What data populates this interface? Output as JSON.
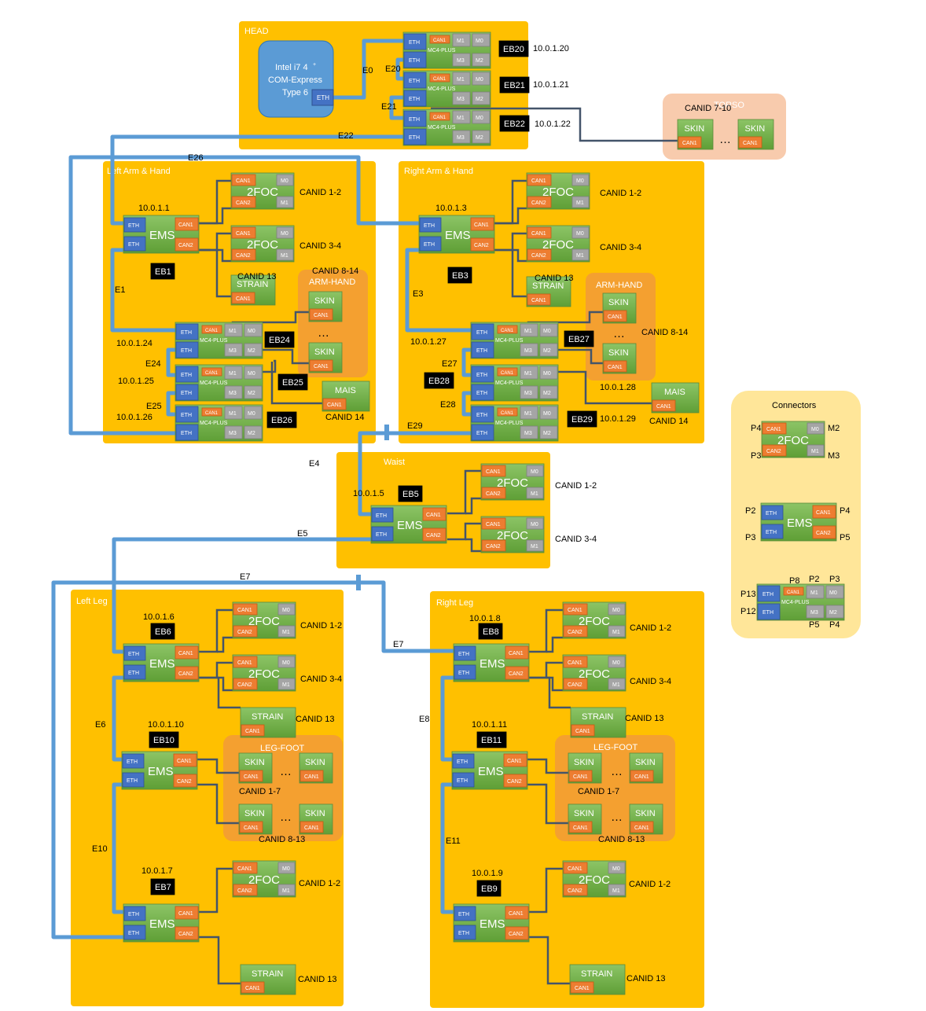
{
  "regions": {
    "head": "HEAD",
    "left_arm": "Left Arm & Hand",
    "right_arm": "Right Arm & Hand",
    "waist": "Waist",
    "left_leg": "Left Leg",
    "right_leg": "Right Leg",
    "torso": "TORSO",
    "connectors": "Connectors"
  },
  "cpu": {
    "line1": "Intel i7 4",
    "sup": "+",
    "line2": "COM-Express",
    "line3": "Type 6",
    "eth": "ETH"
  },
  "labels": {
    "eth": "ETH",
    "can1": "CAN1",
    "can2": "CAN2",
    "m0": "M0",
    "m1": "M1",
    "m2": "M2",
    "m3": "M3",
    "mc4": "MC4-PLUS",
    "ems": "EMS",
    "foc": "2FOC",
    "strain": "STRAIN",
    "skin": "SKIN",
    "mais": "MAIS",
    "arm_hand": "ARM-HAND",
    "leg_foot": "LEG-FOOT",
    "dots": "…"
  },
  "boards": {
    "EB20": "EB20",
    "EB21": "EB21",
    "EB22": "EB22",
    "EB1": "EB1",
    "EB3": "EB3",
    "EB24": "EB24",
    "EB25": "EB25",
    "EB26": "EB26",
    "EB27": "EB27",
    "EB28": "EB28",
    "EB29": "EB29",
    "EB5": "EB5",
    "EB6": "EB6",
    "EB10": "EB10",
    "EB7": "EB7",
    "EB8": "EB8",
    "EB11": "EB11",
    "EB9": "EB9"
  },
  "ips": {
    "ip20": "10.0.1.20",
    "ip21": "10.0.1.21",
    "ip22": "10.0.1.22",
    "ip1": "10.0.1.1",
    "ip3": "10.0.1.3",
    "ip24": "10.0.1.24",
    "ip25": "10.0.1.25",
    "ip26": "10.0.1.26",
    "ip27": "10.0.1.27",
    "ip28": "10.0.1.28",
    "ip29": "10.0.1.29",
    "ip5": "10.0.1.5",
    "ip6": "10.0.1.6",
    "ip10": "10.0.1.10",
    "ip7": "10.0.1.7",
    "ip8": "10.0.1.8",
    "ip11": "10.0.1.11",
    "ip9": "10.0.1.9"
  },
  "links": {
    "E0": "E0",
    "E20": "E20",
    "E21": "E21",
    "E22": "E22",
    "E26": "E26",
    "E1": "E1",
    "E24": "E24",
    "E25": "E25",
    "E3": "E3",
    "E27": "E27",
    "E28": "E28",
    "E29": "E29",
    "E4": "E4",
    "E5": "E5",
    "E7": "E7",
    "E7b": "E7",
    "E6": "E6",
    "E10": "E10",
    "E8": "E8",
    "E11": "E11"
  },
  "canids": {
    "c12": "CANID 1-2",
    "c34": "CANID 3-4",
    "c13": "CANID 13",
    "c814": "CANID 8-14",
    "c14": "CANID 14",
    "c710": "CANID 7-10",
    "c17": "CANID 1-7",
    "c813": "CANID 8-13"
  },
  "ports": {
    "p4": "P4",
    "p3": "P3",
    "m2": "M2",
    "m3": "M3",
    "p2": "P2",
    "p5": "P5",
    "p8": "P8",
    "p13": "P13",
    "p12": "P12"
  },
  "colors": {
    "region": "#ffc000",
    "torso": "#f8cbad",
    "connectors": "#ffe699",
    "board": "#70ad47",
    "eth": "#4472c4",
    "can": "#ed7d31",
    "motor": "#a5a5a5",
    "cpu": "#5b9bd5",
    "link": "#5b9bd5",
    "canline": "#44546a",
    "group": "#f4a030"
  }
}
